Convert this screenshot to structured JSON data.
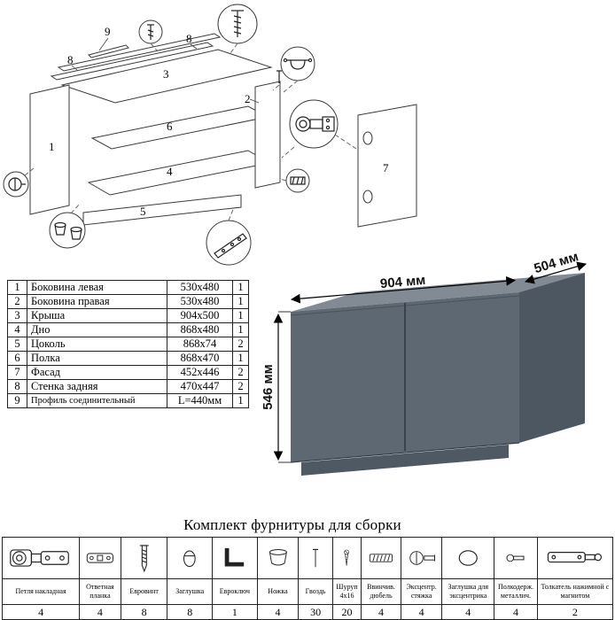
{
  "title": "Комплект фурнитуры для сборки",
  "exploded": {
    "labels": {
      "p1": "1",
      "p2": "2",
      "p3": "3",
      "p4": "4",
      "p5": "5",
      "p6": "6",
      "p7": "7",
      "p8a": "8",
      "p8b": "8",
      "p9": "9"
    }
  },
  "render": {
    "width_label": "904 мм",
    "depth_label": "504 мм",
    "height_label": "546 мм",
    "colors": {
      "top": "#828b94",
      "front": "#5d6873",
      "side": "#4d5761",
      "plinth": "#4f5963"
    }
  },
  "parts_table": {
    "rows": [
      [
        "1",
        "Боковина левая",
        "530x480",
        "1"
      ],
      [
        "2",
        "Боковина правая",
        "530x480",
        "1"
      ],
      [
        "3",
        "Крыша",
        "904x500",
        "1"
      ],
      [
        "4",
        "Дно",
        "868x480",
        "1"
      ],
      [
        "5",
        "Цоколь",
        "868x74",
        "2"
      ],
      [
        "6",
        "Полка",
        "868x470",
        "1"
      ],
      [
        "7",
        "Фасад",
        "452x446",
        "2"
      ],
      [
        "8",
        "Стенка задняя",
        "470x447",
        "2"
      ],
      [
        "9",
        "Профиль соединительный",
        "L=440мм",
        "1"
      ]
    ]
  },
  "hardware": {
    "items": [
      {
        "name": "Петля накладная",
        "qty": "4",
        "icon": "hinge"
      },
      {
        "name": "Ответная планка",
        "qty": "4",
        "icon": "plate"
      },
      {
        "name": "Евровинт",
        "qty": "8",
        "icon": "euroscrew"
      },
      {
        "name": "Заглушка",
        "qty": "8",
        "icon": "cap"
      },
      {
        "name": "Евроключ",
        "qty": "1",
        "icon": "hexkey"
      },
      {
        "name": "Ножка",
        "qty": "4",
        "icon": "foot"
      },
      {
        "name": "Гвоздь",
        "qty": "30",
        "icon": "nail"
      },
      {
        "name": "Шуруп 4x16",
        "qty": "20",
        "icon": "screw"
      },
      {
        "name": "Ввинчив. дюбель",
        "qty": "4",
        "icon": "dowel"
      },
      {
        "name": "Эксцентр. стяжка",
        "qty": "4",
        "icon": "camlock"
      },
      {
        "name": "Заглушка для эксцентрика",
        "qty": "4",
        "icon": "camcap"
      },
      {
        "name": "Полкодерж. металлич.",
        "qty": "4",
        "icon": "shelfsupport"
      },
      {
        "name": "Толкатель нажимной с магнитом",
        "qty": "2",
        "icon": "pushlatch"
      }
    ]
  }
}
